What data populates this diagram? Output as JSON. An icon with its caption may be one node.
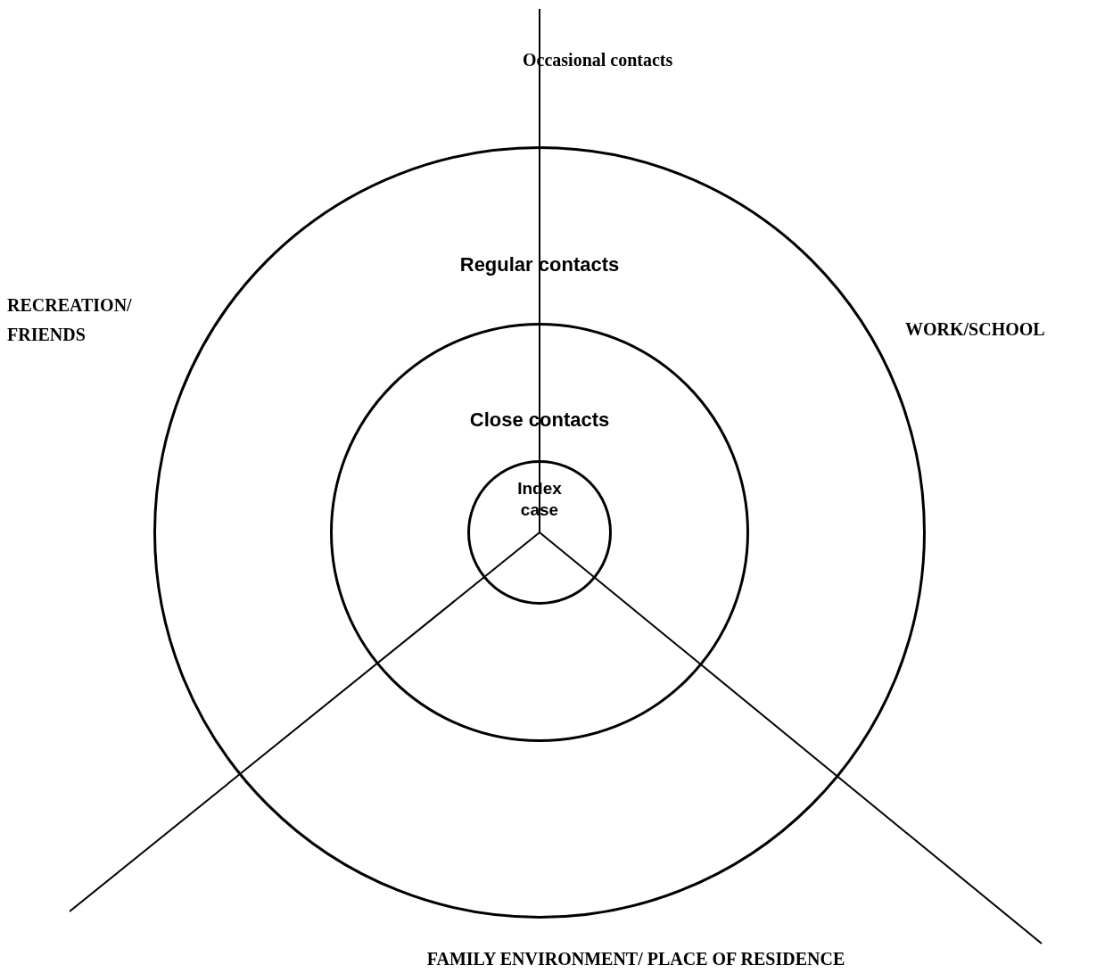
{
  "diagram": {
    "nodes": [
      {
        "text": [
          "Regular contacts"
        ]
      },
      {
        "text": [
          "Close contacts"
        ],
        "in": 0
      },
      {
        "text": [
          "Index case"
        ],
        "in": 1
      }
    ],
    "labels": [
      "Occasional contacts",
      "RECREATION/ FRIENDS",
      "WORK/SCHOOL",
      "FAMILY ENVIRONMENT/ PLACE OF RESIDENCE"
    ]
  }
}
